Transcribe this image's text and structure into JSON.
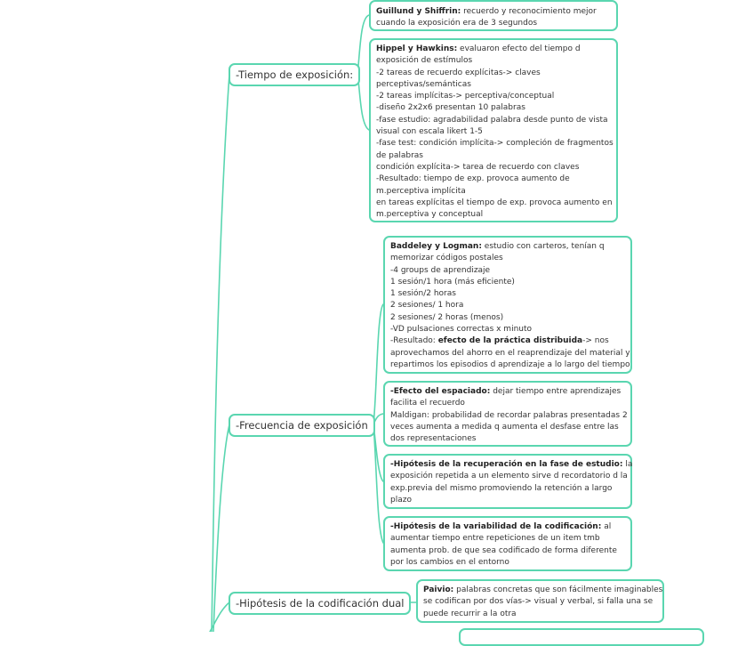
{
  "topics": {
    "tiempo": "-Tiempo de exposición:",
    "frecuencia": "-Frecuencia de exposición",
    "dual": "-Hipótesis de la codificación dual"
  },
  "notes": {
    "guillund": {
      "l1_b": "Guillund y Shiffrin:",
      "l1": " recuerdo y reconocimiento mejor",
      "l2": "cuando la exposición era de 3 segundos"
    },
    "hippel": {
      "l1_b": "Hippel y Hawkins:",
      "l1": " evaluaron efecto del tiempo d",
      "lines": [
        "exposición de estímulos",
        "-2 tareas de recuerdo explícitas-> claves",
        "perceptivas/semánticas",
        "-2 tareas implícitas-> perceptiva/conceptual",
        "-diseño 2x2x6 presentan 10 palabras",
        "-fase estudio: agradabilidad palabra desde punto de vista",
        "visual con escala likert 1-5",
        "-fase test: condición implícita-> compleción de fragmentos",
        "de palabras",
        "condición explícita-> tarea de recuerdo con claves",
        "-Resultado: tiempo de exp. provoca aumento de",
        "m.perceptiva implícita",
        "en tareas explícitas el tiempo de exp. provoca aumento en",
        "m.perceptiva y conceptual"
      ]
    },
    "baddeley": {
      "l1_b": "Baddeley y Logman:",
      "l1": " estudio con carteros, tenían q",
      "lines": [
        "memorizar códigos postales",
        "-4 groups de aprendizaje",
        "1 sesión/1 hora (más eficiente)",
        "1 sesión/2 horas",
        "2 sesiones/ 1 hora",
        "2 sesiones/ 2 horas (menos)",
        "-VD pulsaciones correctas x minuto"
      ],
      "res_pre": "-Resultado: ",
      "res_b": "efecto de la práctica distribuida",
      "res_post": "-> nos",
      "lines2": [
        "aprovechamos del ahorro en el reaprendizaje del material y",
        "repartimos los episodios d aprendizaje a lo largo del tiempo"
      ]
    },
    "espaciado": {
      "l1_b": "-Efecto del espaciado:",
      "l1": " dejar tiempo entre aprendizajes",
      "lines": [
        "facilita el recuerdo",
        "Maldigan: probabilidad de recordar palabras presentadas 2",
        "veces aumenta a medida q aumenta el desfase entre las",
        "dos representaciones"
      ]
    },
    "recuperacion": {
      "l1_b": "-Hipótesis de la recuperación en la fase de estudio:",
      "l1": " la",
      "lines": [
        "exposición repetida a un elemento sirve d recordatorio d la",
        "exp.previa del mismo promoviendo la retención a largo",
        "plazo"
      ]
    },
    "variabilidad": {
      "l1_b": "-Hipótesis de la variabilidad de la codificación:",
      "l1": " al",
      "lines": [
        "aumentar tiempo entre repeticiones de un item tmb",
        "aumenta prob. de que sea codificado de forma diferente",
        "por los cambios en el entorno"
      ]
    },
    "paivio": {
      "l1_b": "Paivio:",
      "l1": " palabras concretas que son fácilmente imaginables",
      "lines": [
        "se codifican por dos vías-> visual y verbal, si falla una se",
        "puede recurrir a la otra"
      ]
    }
  },
  "colors": {
    "accent": "#5ad6b0",
    "text": "#333333"
  }
}
